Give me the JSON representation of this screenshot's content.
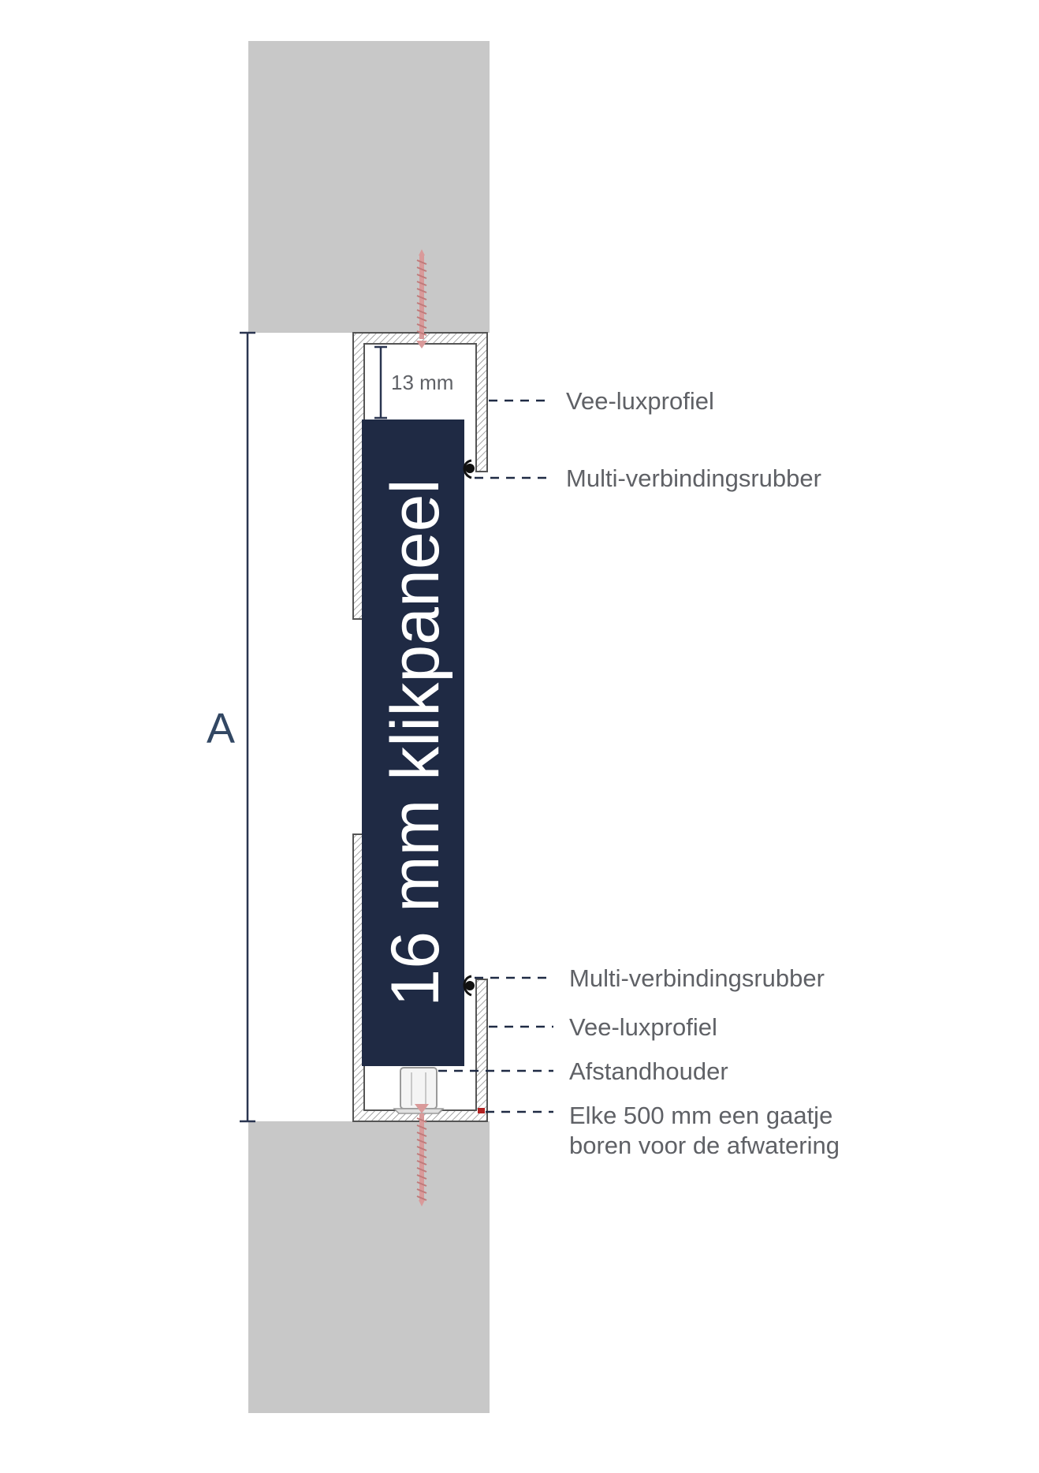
{
  "panel": {
    "label": "16 mm klikpaneel",
    "color": "#1f2a44"
  },
  "dimensions": {
    "gap_label": "13 mm",
    "height_label": "A"
  },
  "callouts": [
    {
      "id": "top-profile",
      "text": "Vee-luxprofiel"
    },
    {
      "id": "top-rubber",
      "text": "Multi-verbindingsrubber"
    },
    {
      "id": "bottom-rubber",
      "text": "Multi-verbindingsrubber"
    },
    {
      "id": "bottom-profile",
      "text": "Vee-luxprofiel"
    },
    {
      "id": "spacer",
      "text": "Afstandhouder"
    },
    {
      "id": "drain",
      "text": "Elke 500 mm een gaatje",
      "text2": "boren voor de afwatering"
    }
  ],
  "colors": {
    "wall": "#c8c8c8",
    "screw": "#d99a9a",
    "profile_stroke": "#555555",
    "dimension": "#2a3550",
    "drain_mark": "#b22222"
  }
}
